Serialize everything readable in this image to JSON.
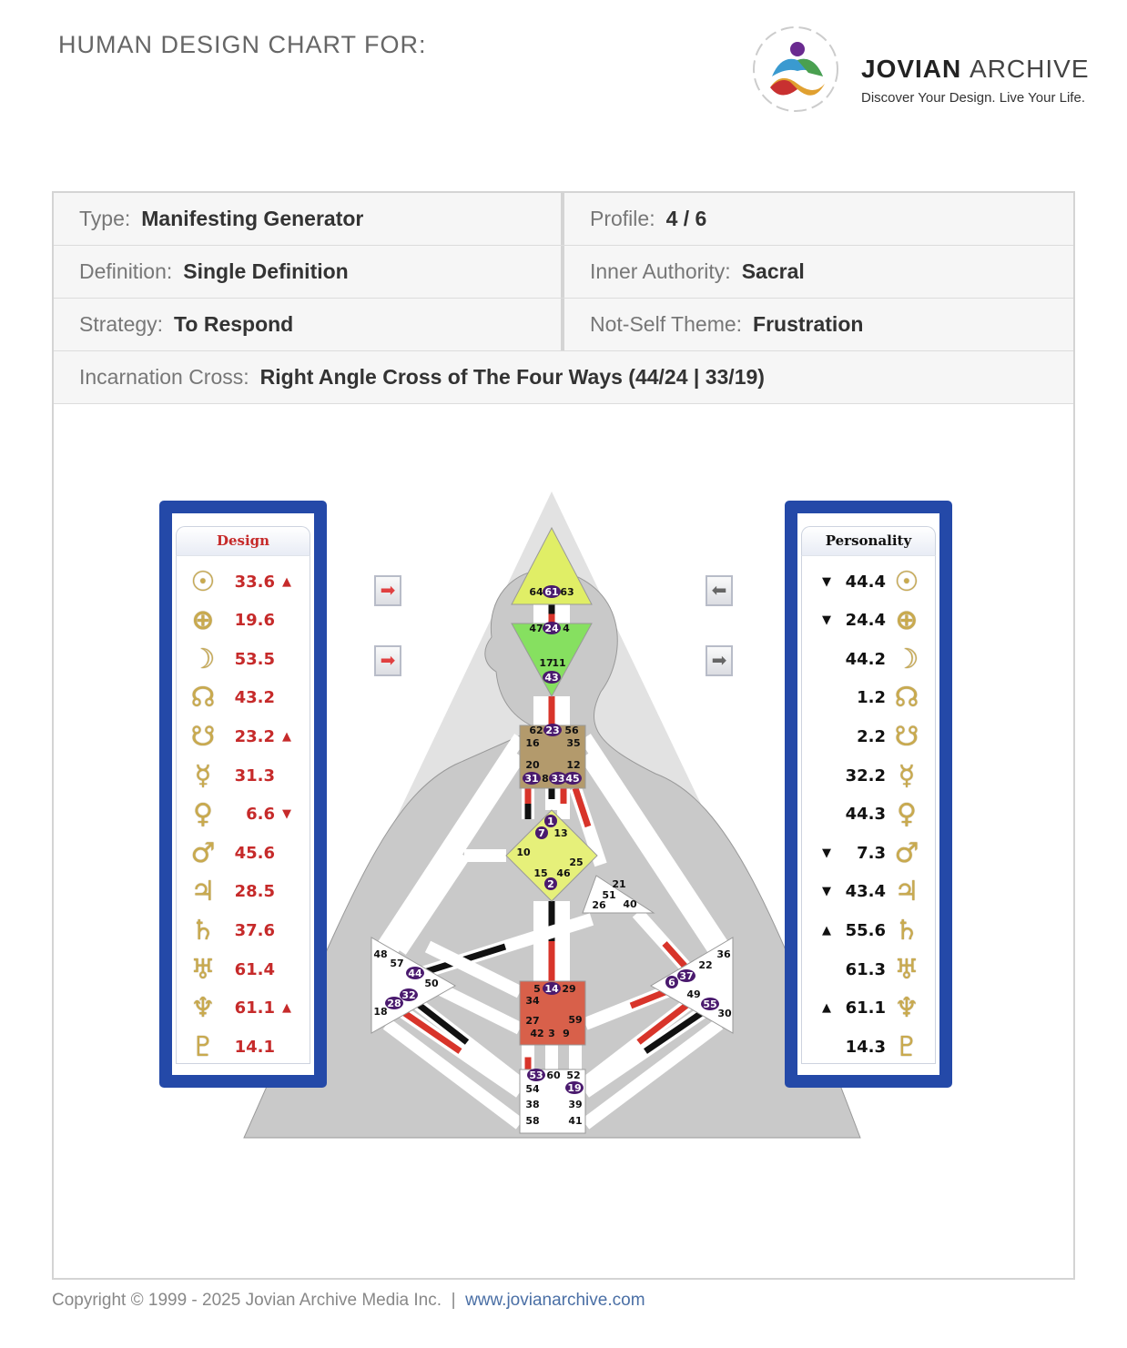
{
  "header": {
    "title": "HUMAN DESIGN CHART FOR:",
    "brand_bold": "JOVIAN",
    "brand_light": "ARCHIVE",
    "tagline": "Discover Your Design. Live Your Life."
  },
  "info": {
    "type": {
      "label": "Type:",
      "value": "Manifesting Generator"
    },
    "profile": {
      "label": "Profile:",
      "value": "4 / 6"
    },
    "definition": {
      "label": "Definition:",
      "value": "Single Definition"
    },
    "authority": {
      "label": "Inner Authority:",
      "value": "Sacral"
    },
    "strategy": {
      "label": "Strategy:",
      "value": "To Respond"
    },
    "notself": {
      "label": "Not-Self Theme:",
      "value": "Frustration"
    },
    "cross": {
      "label": "Incarnation Cross:",
      "value": "Right Angle Cross of The Four Ways (44/24 | 33/19)"
    }
  },
  "design": {
    "title": "Design",
    "rows": [
      {
        "planet": "sun",
        "sym": "☉",
        "value": "33.6",
        "arrow": "▲"
      },
      {
        "planet": "earth",
        "sym": "⊕",
        "value": "19.6",
        "arrow": ""
      },
      {
        "planet": "moon",
        "sym": "☽",
        "value": "53.5",
        "arrow": ""
      },
      {
        "planet": "north-node",
        "sym": "☊",
        "value": "43.2",
        "arrow": ""
      },
      {
        "planet": "south-node",
        "sym": "☋",
        "value": "23.2",
        "arrow": "▲"
      },
      {
        "planet": "mercury",
        "sym": "☿",
        "value": "31.3",
        "arrow": ""
      },
      {
        "planet": "venus",
        "sym": "♀",
        "value": "6.6",
        "arrow": "▼"
      },
      {
        "planet": "mars",
        "sym": "♂",
        "value": "45.6",
        "arrow": ""
      },
      {
        "planet": "jupiter",
        "sym": "♃",
        "value": "28.5",
        "arrow": ""
      },
      {
        "planet": "saturn",
        "sym": "♄",
        "value": "37.6",
        "arrow": ""
      },
      {
        "planet": "uranus",
        "sym": "♅",
        "value": "61.4",
        "arrow": ""
      },
      {
        "planet": "neptune",
        "sym": "♆",
        "value": "61.1",
        "arrow": "▲"
      },
      {
        "planet": "pluto",
        "sym": "♇",
        "value": "14.1",
        "arrow": ""
      }
    ]
  },
  "personality": {
    "title": "Personality",
    "rows": [
      {
        "planet": "sun",
        "sym": "☉",
        "value": "44.4",
        "arrow": "▼"
      },
      {
        "planet": "earth",
        "sym": "⊕",
        "value": "24.4",
        "arrow": "▼"
      },
      {
        "planet": "moon",
        "sym": "☽",
        "value": "44.2",
        "arrow": ""
      },
      {
        "planet": "north-node",
        "sym": "☊",
        "value": "1.2",
        "arrow": ""
      },
      {
        "planet": "south-node",
        "sym": "☋",
        "value": "2.2",
        "arrow": ""
      },
      {
        "planet": "mercury",
        "sym": "☿",
        "value": "32.2",
        "arrow": ""
      },
      {
        "planet": "venus",
        "sym": "♀",
        "value": "44.3",
        "arrow": ""
      },
      {
        "planet": "mars",
        "sym": "♂",
        "value": "7.3",
        "arrow": "▼"
      },
      {
        "planet": "jupiter",
        "sym": "♃",
        "value": "43.4",
        "arrow": "▼"
      },
      {
        "planet": "saturn",
        "sym": "♄",
        "value": "55.6",
        "arrow": "▲"
      },
      {
        "planet": "uranus",
        "sym": "♅",
        "value": "61.3",
        "arrow": ""
      },
      {
        "planet": "neptune",
        "sym": "♆",
        "value": "61.1",
        "arrow": "▲"
      },
      {
        "planet": "pluto",
        "sym": "♇",
        "value": "14.3",
        "arrow": ""
      }
    ]
  },
  "bodygraph": {
    "colors": {
      "design": "#d8342a",
      "personality": "#111111",
      "head": "#e0ee66",
      "ajna": "#86e060",
      "throat": "#b39a6c",
      "g": "#e6f07a",
      "sacral": "#d8604a",
      "open": "#ffffff",
      "activated_gate": "#4a1a6e"
    },
    "centers": [
      {
        "name": "head",
        "gates": [
          "64",
          "61",
          "63"
        ],
        "active": [
          "61"
        ]
      },
      {
        "name": "ajna",
        "gates": [
          "47",
          "24",
          "4",
          "17",
          "11",
          "43"
        ],
        "active": [
          "24",
          "43"
        ]
      },
      {
        "name": "throat",
        "gates": [
          "62",
          "23",
          "56",
          "16",
          "35",
          "20",
          "12",
          "31",
          "8",
          "33",
          "45"
        ],
        "active": [
          "23",
          "31",
          "33",
          "45"
        ]
      },
      {
        "name": "g",
        "gates": [
          "1",
          "7",
          "13",
          "10",
          "25",
          "15",
          "46",
          "2"
        ],
        "active": [
          "1",
          "7",
          "2"
        ]
      },
      {
        "name": "heart",
        "gates": [
          "21",
          "51",
          "26",
          "40"
        ],
        "active": []
      },
      {
        "name": "spleen",
        "gates": [
          "48",
          "57",
          "44",
          "50",
          "32",
          "28",
          "18"
        ],
        "active": [
          "44",
          "32",
          "28"
        ]
      },
      {
        "name": "sacral",
        "gates": [
          "5",
          "14",
          "29",
          "34",
          "27",
          "59",
          "42",
          "3",
          "9"
        ],
        "active": [
          "14"
        ]
      },
      {
        "name": "solar-plexus",
        "gates": [
          "36",
          "22",
          "37",
          "6",
          "49",
          "55",
          "30"
        ],
        "active": [
          "37",
          "6",
          "55"
        ]
      },
      {
        "name": "root",
        "gates": [
          "53",
          "60",
          "52",
          "54",
          "19",
          "38",
          "39",
          "58",
          "41"
        ],
        "active": [
          "53",
          "19"
        ]
      }
    ]
  },
  "footer": {
    "copyright": "Copyright © 1999 - 2025 Jovian Archive Media Inc.  |  ",
    "link": "www.jovianarchive.com"
  }
}
